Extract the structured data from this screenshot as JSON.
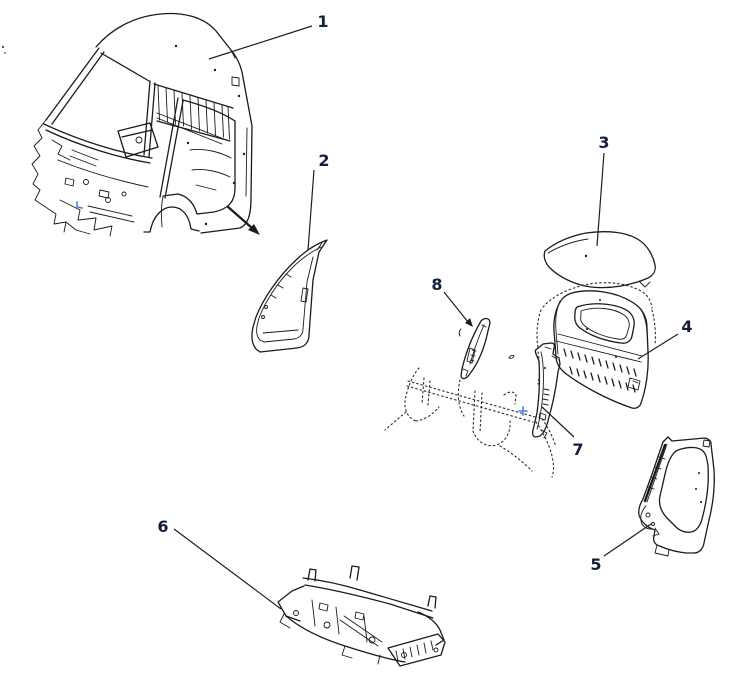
{
  "figure": {
    "background_color": "#ffffff",
    "line_color": "#1b1b1b",
    "label_color": "#14203a",
    "marker_color": "#4a86e8"
  },
  "callouts": {
    "c1": "1",
    "c2": "2",
    "c3": "3",
    "c4": "4",
    "c5": "5",
    "c6": "6",
    "c7": "7",
    "c8": "8"
  }
}
